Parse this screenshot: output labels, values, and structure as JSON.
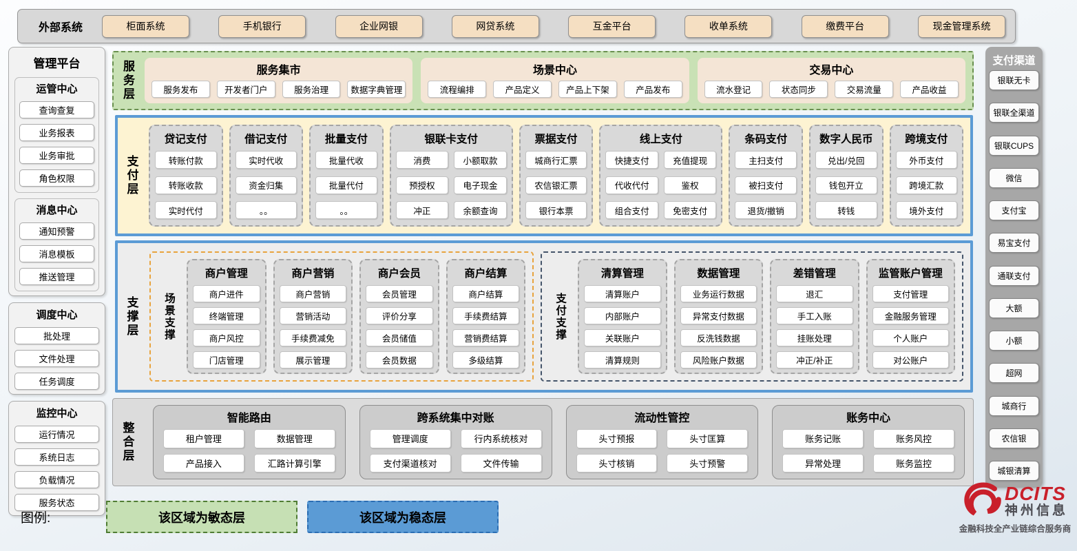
{
  "colors": {
    "stable_blue": "#5B9BD5",
    "agile_green": "#C6E0B4",
    "tan_button": "#F5DFC2",
    "scene_accent": "#E8A33D",
    "payment_accent": "#44546A",
    "brand_red": "#C9202B"
  },
  "external_systems": {
    "label": "外部系统",
    "items": [
      "柜面系统",
      "手机银行",
      "企业网银",
      "网贷系统",
      "互金平台",
      "收单系统",
      "缴费平台",
      "现金管理系统"
    ]
  },
  "management_platform": {
    "title": "管理平台",
    "panels": [
      {
        "groups": [
          {
            "title": "运管中心",
            "items": [
              "查询查复",
              "业务报表",
              "业务审批",
              "角色权限"
            ]
          },
          {
            "title": "消息中心",
            "items": [
              "通知预警",
              "消息模板",
              "推送管理"
            ]
          }
        ]
      },
      {
        "groups": [
          {
            "title": "调度中心",
            "items": [
              "批处理",
              "文件处理",
              "任务调度"
            ]
          }
        ]
      },
      {
        "groups": [
          {
            "title": "监控中心",
            "items": [
              "运行情况",
              "系统日志",
              "负载情况",
              "服务状态"
            ]
          }
        ]
      }
    ]
  },
  "service_layer": {
    "label": "服务层",
    "panels": [
      {
        "title": "服务集市",
        "items": [
          "服务发布",
          "开发者门户",
          "服务治理",
          "数据字典管理"
        ]
      },
      {
        "title": "场景中心",
        "items": [
          "流程编排",
          "产品定义",
          "产品上下架",
          "产品发布"
        ]
      },
      {
        "title": "交易中心",
        "items": [
          "流水登记",
          "状态同步",
          "交易流量",
          "产品收益"
        ]
      }
    ]
  },
  "payment_layer": {
    "label": "支付层",
    "columns": [
      {
        "title": "贷记支付",
        "cols": 1,
        "items": [
          "转账付款",
          "转账收款",
          "实时代付"
        ]
      },
      {
        "title": "借记支付",
        "cols": 1,
        "items": [
          "实时代收",
          "资金归集",
          "。。"
        ]
      },
      {
        "title": "批量支付",
        "cols": 1,
        "items": [
          "批量代收",
          "批量代付",
          "。。"
        ]
      },
      {
        "title": "银联卡支付",
        "cols": 2,
        "items": [
          "消费",
          "小额取款",
          "预授权",
          "电子现金",
          "冲正",
          "余额查询"
        ]
      },
      {
        "title": "票据支付",
        "cols": 1,
        "items": [
          "城商行汇票",
          "农信银汇票",
          "银行本票"
        ]
      },
      {
        "title": "线上支付",
        "cols": 2,
        "items": [
          "快捷支付",
          "充值提现",
          "代收代付",
          "鉴权",
          "组合支付",
          "免密支付"
        ]
      },
      {
        "title": "条码支付",
        "cols": 1,
        "items": [
          "主扫支付",
          "被扫支付",
          "退货/撤销"
        ]
      },
      {
        "title": "数字人民币",
        "cols": 1,
        "items": [
          "兑出/兑回",
          "钱包开立",
          "转钱"
        ]
      },
      {
        "title": "跨境支付",
        "cols": 1,
        "items": [
          "外币支付",
          "跨境汇款",
          "境外支付"
        ]
      }
    ]
  },
  "support_layer": {
    "label": "支撑层",
    "regions": [
      {
        "label": "场景支撑",
        "accent": "#E8A33D",
        "flex": 48,
        "columns": [
          {
            "title": "商户管理",
            "items": [
              "商户进件",
              "终端管理",
              "商户风控",
              "门店管理"
            ]
          },
          {
            "title": "商户营销",
            "items": [
              "商户营销",
              "营销活动",
              "手续费减免",
              "展示管理"
            ]
          },
          {
            "title": "商户会员",
            "items": [
              "会员管理",
              "评价分享",
              "会员储值",
              "会员数据"
            ]
          },
          {
            "title": "商户结算",
            "items": [
              "商户结算",
              "手续费结算",
              "营销费结算",
              "多级结算"
            ]
          }
        ]
      },
      {
        "label": "支付支撑",
        "accent": "#44546A",
        "flex": 53,
        "columns": [
          {
            "title": "清算管理",
            "items": [
              "清算账户",
              "内部账户",
              "关联账户",
              "清算规则"
            ]
          },
          {
            "title": "数据管理",
            "items": [
              "业务运行数据",
              "异常支付数据",
              "反洗钱数据",
              "风险账户数据"
            ]
          },
          {
            "title": "差错管理",
            "items": [
              "退汇",
              "手工入账",
              "挂账处理",
              "冲正/补正"
            ]
          },
          {
            "title": "监管账户管理",
            "items": [
              "支付管理",
              "金融服务管理",
              "个人账户",
              "对公账户"
            ]
          }
        ]
      }
    ]
  },
  "integration_layer": {
    "label": "整合层",
    "panels": [
      {
        "title": "智能路由",
        "items": [
          "租户管理",
          "数据管理",
          "产品接入",
          "汇路计算引擎"
        ]
      },
      {
        "title": "跨系统集中对账",
        "items": [
          "管理调度",
          "行内系统核对",
          "支付渠道核对",
          "文件传输"
        ]
      },
      {
        "title": "流动性管控",
        "items": [
          "头寸预报",
          "头寸匡算",
          "头寸核销",
          "头寸预警"
        ]
      },
      {
        "title": "账务中心",
        "items": [
          "账务记账",
          "账务风控",
          "异常处理",
          "账务监控"
        ]
      }
    ]
  },
  "payment_channels": {
    "title": "支付渠道",
    "items": [
      "银联无卡",
      "银联全渠道",
      "银联CUPS",
      "微信",
      "支付宝",
      "易宝支付",
      "通联支付",
      "大额",
      "小额",
      "超网",
      "城商行",
      "农信银",
      "城银清算"
    ]
  },
  "legend": {
    "label": "图例:",
    "items": [
      {
        "text": "该区域为敏态层",
        "type": "agile"
      },
      {
        "text": "该区域为稳态层",
        "type": "stable"
      }
    ]
  },
  "logo": {
    "brand": "DCITS",
    "name": "神州信息",
    "tagline": "金融科技全产业链综合服务商"
  }
}
